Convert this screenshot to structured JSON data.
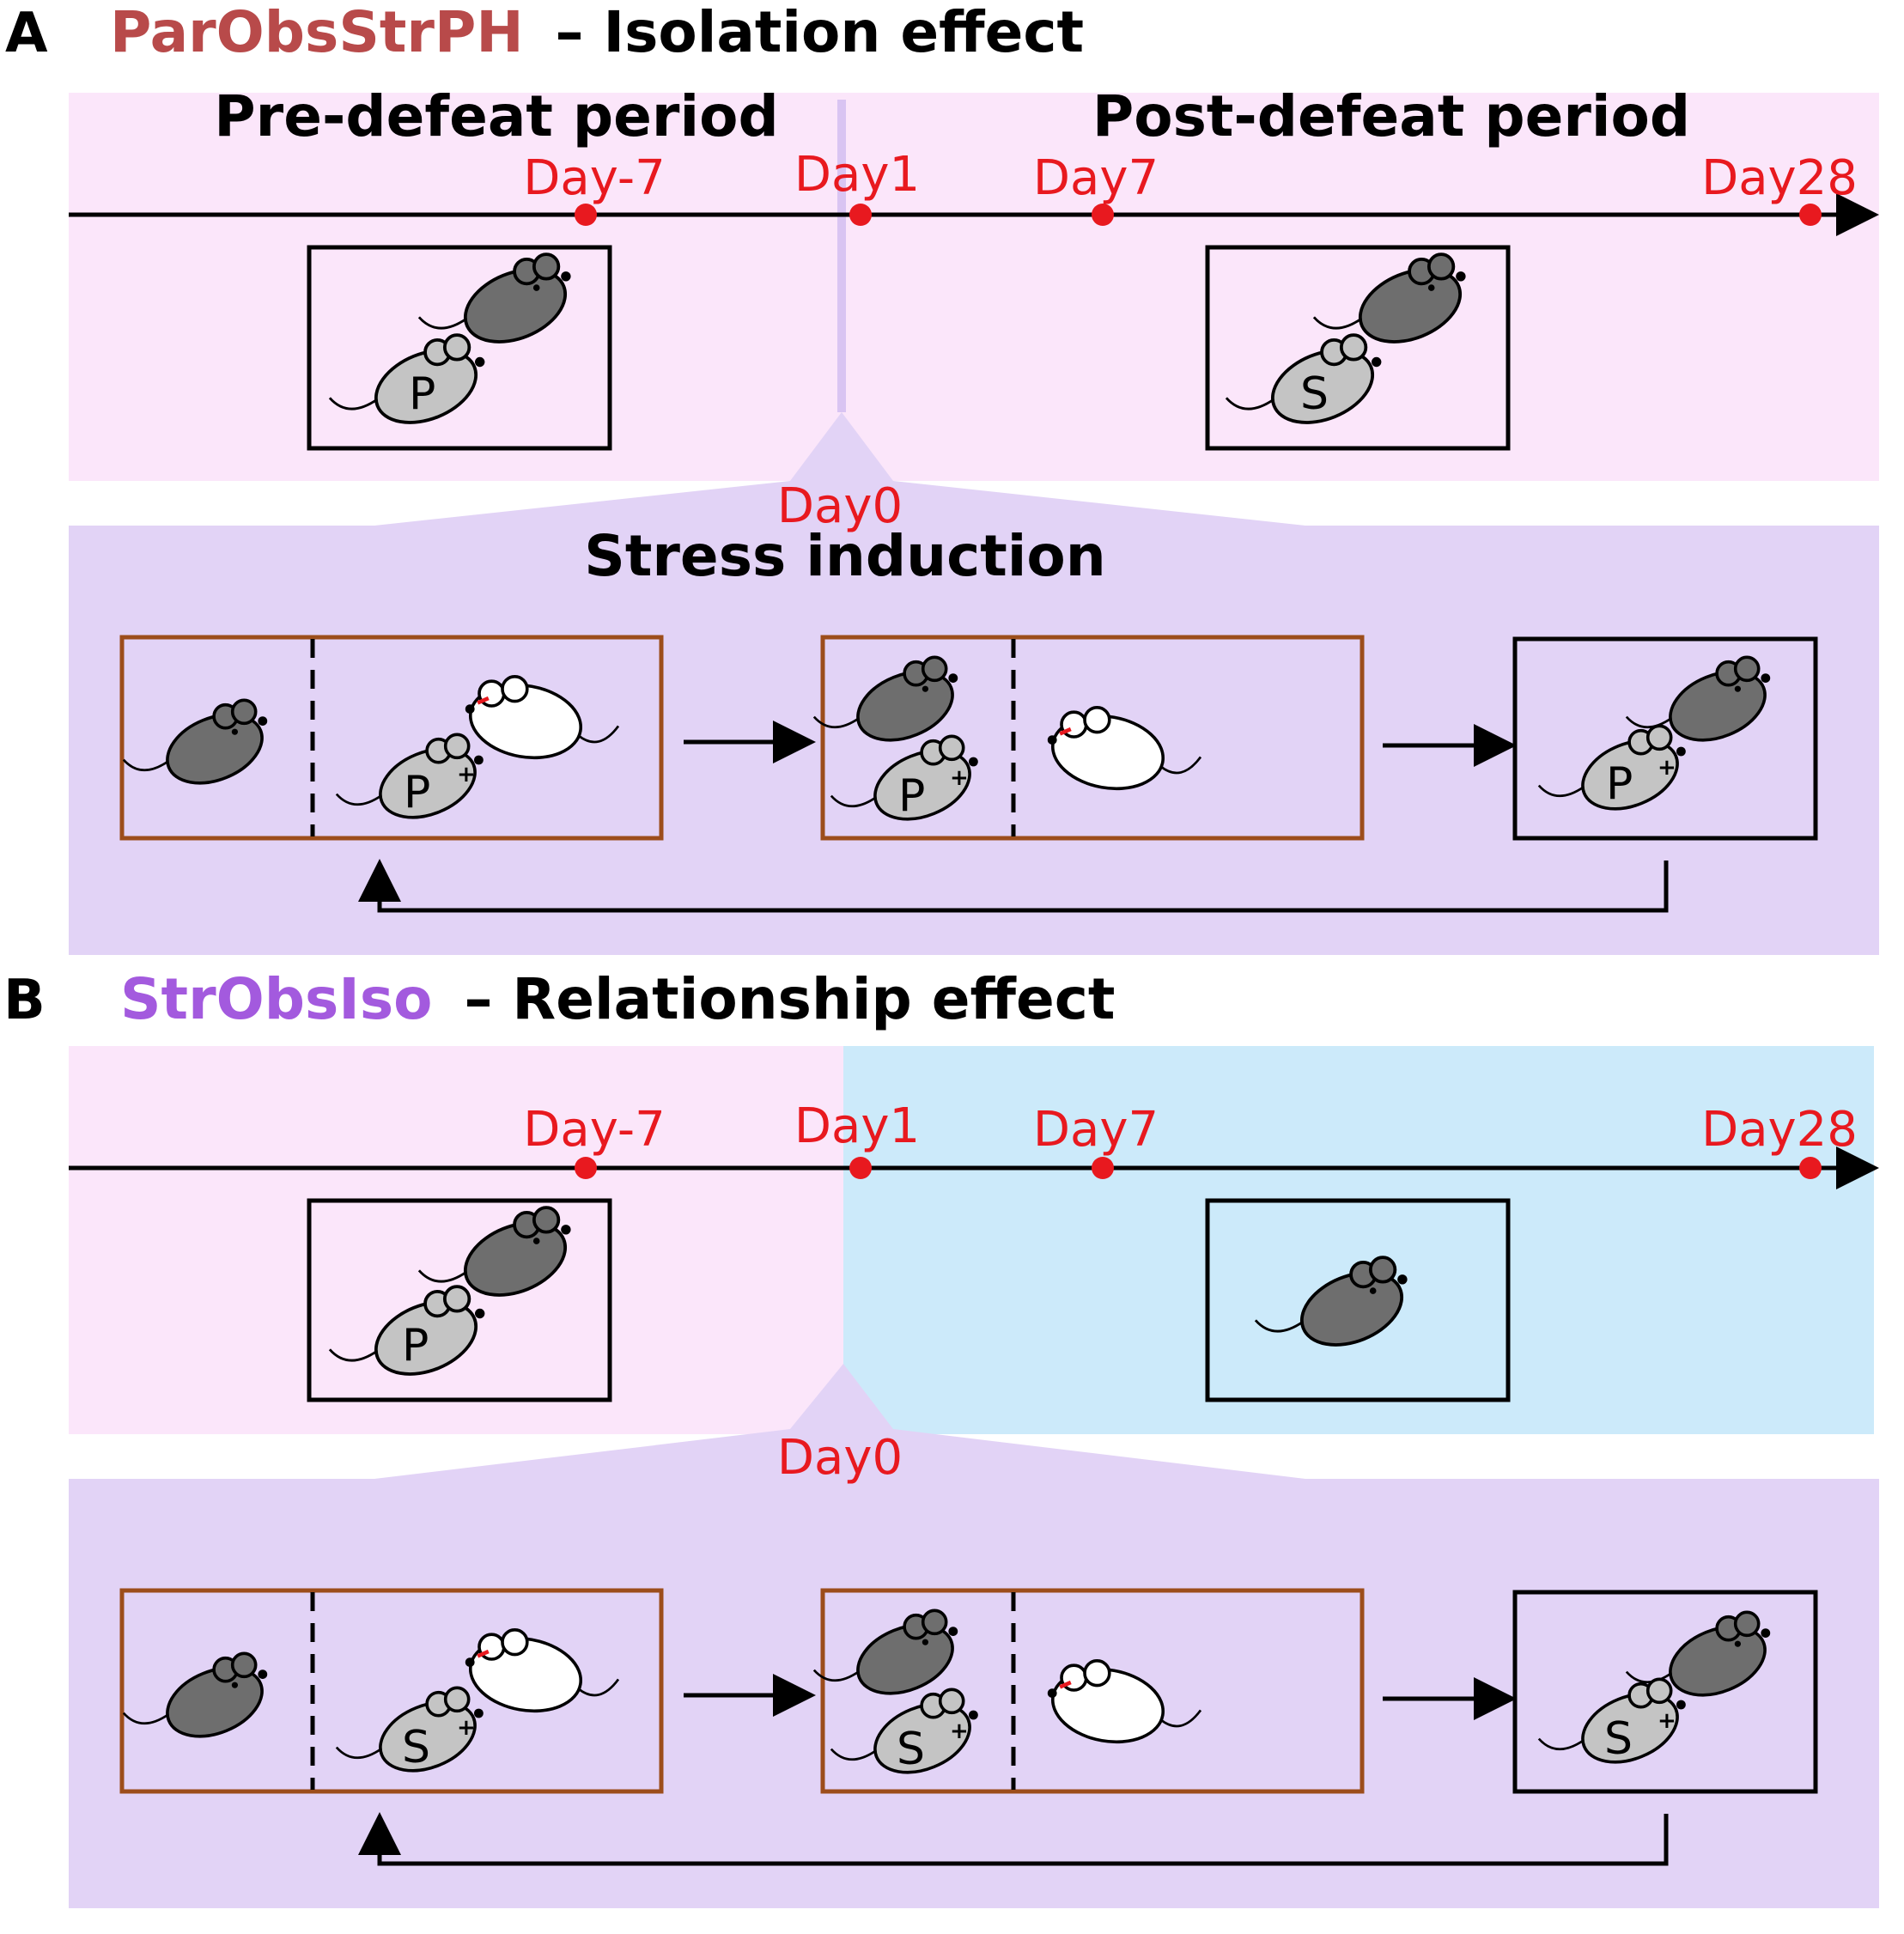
{
  "colors": {
    "pre_period_bg": "#fbe6fa",
    "post_isolation_bg": "#cceafa",
    "stress_bg": "#e2d3f6",
    "day_label": "#e8191f",
    "panel_a_name": "#b84a4a",
    "panel_b_name": "#a35ade",
    "stress_box": "#9c4d1b",
    "resident_mouse": "#6e6e6e",
    "focal_mouse": "#c4c4c4",
    "aggressor_mouse": "#ffffff"
  },
  "panel_a": {
    "letter": "A",
    "name": "ParObsStrPH",
    "subtitle": "– Isolation effect",
    "pre_period": "Pre-defeat period",
    "post_period": "Post-defeat period",
    "day_minus7": "Day-7",
    "day1": "Day1",
    "day7": "Day7",
    "day28": "Day28",
    "day0": "Day0",
    "stress_title": "Stress induction",
    "pre_mouse_letter": "P",
    "post_mouse_letter": "S",
    "stress_mouse_letter": "P"
  },
  "panel_b": {
    "letter": "B",
    "name": "StrObsIso",
    "subtitle": "– Relationship effect",
    "day_minus7": "Day-7",
    "day1": "Day1",
    "day7": "Day7",
    "day28": "Day28",
    "day0": "Day0",
    "pre_mouse_letter": "P",
    "stress_mouse_letter": "S"
  }
}
